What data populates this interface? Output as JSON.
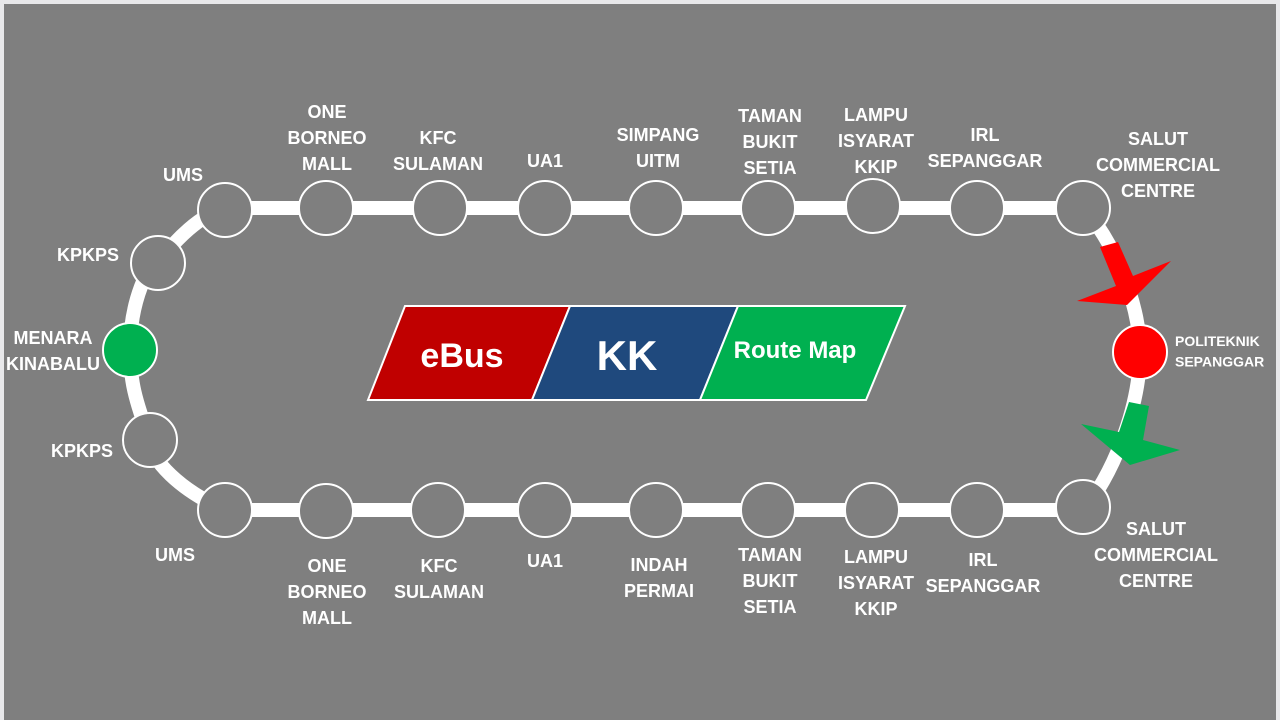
{
  "title": {
    "part1": "eBus",
    "part2": "KK",
    "part3": "Route Map"
  },
  "colors": {
    "background": "#7f7f7f",
    "route": "#ffffff",
    "red": "#c00000",
    "blue": "#1f497d",
    "green": "#00b050",
    "start": "#00b050",
    "end": "#ff0000"
  },
  "stations": {
    "top": [
      {
        "lines": [
          "UMS"
        ]
      },
      {
        "lines": [
          "ONE",
          "BORNEO",
          "MALL"
        ]
      },
      {
        "lines": [
          "KFC",
          "SULAMAN"
        ]
      },
      {
        "lines": [
          "UA1"
        ]
      },
      {
        "lines": [
          "SIMPANG",
          "UITM"
        ]
      },
      {
        "lines": [
          "TAMAN",
          "BUKIT",
          "SETIA"
        ]
      },
      {
        "lines": [
          "LAMPU",
          "ISYARAT",
          "KKIP"
        ]
      },
      {
        "lines": [
          "IRL",
          "SEPANGGAR"
        ]
      },
      {
        "lines": [
          "SALUT",
          "COMMERCIAL",
          "CENTRE"
        ]
      }
    ],
    "left": [
      {
        "lines": [
          "KPKPS"
        ]
      },
      {
        "lines": [
          "MENARA",
          "KINABALU"
        ]
      },
      {
        "lines": [
          "KPKPS"
        ]
      }
    ],
    "right": [
      {
        "lines": [
          "POLITEKNIK",
          "SEPANGGAR"
        ]
      }
    ],
    "bottom": [
      {
        "lines": [
          "UMS"
        ]
      },
      {
        "lines": [
          "ONE",
          "BORNEO",
          "MALL"
        ]
      },
      {
        "lines": [
          "KFC",
          "SULAMAN"
        ]
      },
      {
        "lines": [
          "UA1"
        ]
      },
      {
        "lines": [
          "INDAH",
          "PERMAI"
        ]
      },
      {
        "lines": [
          "TAMAN",
          "BUKIT",
          "SETIA"
        ]
      },
      {
        "lines": [
          "LAMPU",
          "ISYARAT",
          "KKIP"
        ]
      },
      {
        "lines": [
          "IRL",
          "SEPANGGAR"
        ]
      },
      {
        "lines": [
          "SALUT",
          "COMMERCIAL",
          "CENTRE"
        ]
      }
    ]
  }
}
